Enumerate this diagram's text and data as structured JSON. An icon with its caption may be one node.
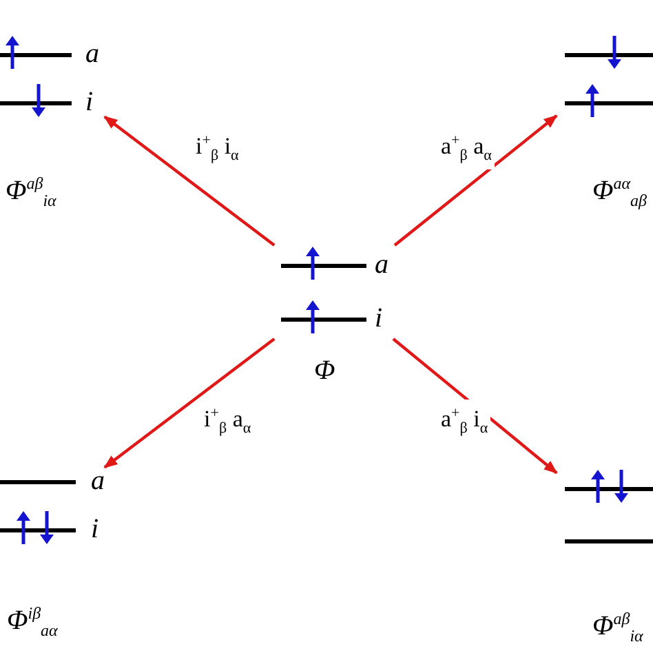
{
  "diagram": {
    "nodes": [
      {
        "text": [
          "a",
          "i"
        ],
        "beside": [
          "Φ$^{aβ}$$_{iα}$"
        ]
      },
      {
        "text": [],
        "shape": "box",
        "beside": [
          "Φ$^{aα}$$_{aβ}$"
        ]
      },
      {
        "text": [
          "a",
          "i"
        ],
        "beside": [
          "Φ"
        ]
      },
      {
        "text": [
          "a",
          "i"
        ],
        "beside": [
          "Φ$^{iβ}$$_{aα}$"
        ]
      },
      {
        "text": [],
        "shape": "box",
        "beside": [
          "Φ$^{aβ}$$_{iα}$"
        ]
      }
    ],
    "edges": [
      {
        "from": 2,
        "to": 0,
        "arrow": "to",
        "label": "i$^{+}$$_{β}$ i$_{α}$"
      },
      {
        "from": 2,
        "to": 1,
        "arrow": "to",
        "label": "a$^{+}$$_{β}$ a$_{α}$"
      },
      {
        "from": 2,
        "to": 3,
        "arrow": "to",
        "label": "i$^{+}$$_{β}$ a$_{α}$"
      },
      {
        "from": 2,
        "to": 4,
        "arrow": "to",
        "label": "a$^{+}$$_{β}$ i$_{α}$"
      }
    ]
  }
}
